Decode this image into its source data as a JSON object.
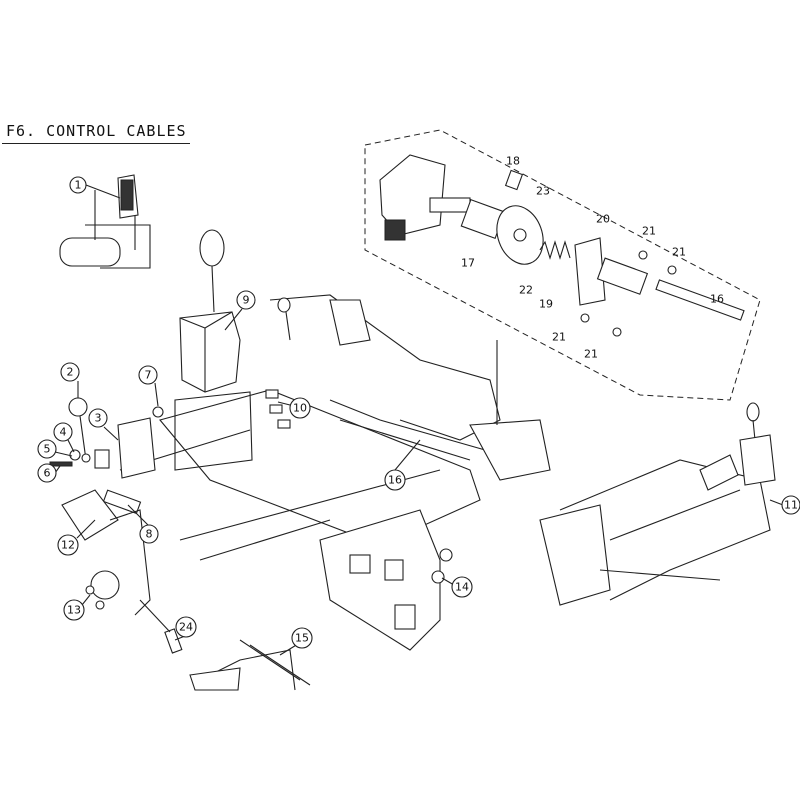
{
  "title": "F6. CONTROL CABLES",
  "callouts": {
    "c1": "1",
    "c2": "2",
    "c3": "3",
    "c4": "4",
    "c5": "5",
    "c6": "6",
    "c7": "7",
    "c8": "8",
    "c9": "9",
    "c10": "10",
    "c11": "11",
    "c12": "12",
    "c13": "13",
    "c14": "14",
    "c15": "15",
    "c16": "16",
    "c24": "24"
  },
  "inset_labels": {
    "p16": "16",
    "p17": "17",
    "p18": "18",
    "p19": "19",
    "p20": "20",
    "p21a": "21",
    "p21b": "21",
    "p21c": "21",
    "p21d": "21",
    "p22": "22",
    "p23": "23"
  }
}
